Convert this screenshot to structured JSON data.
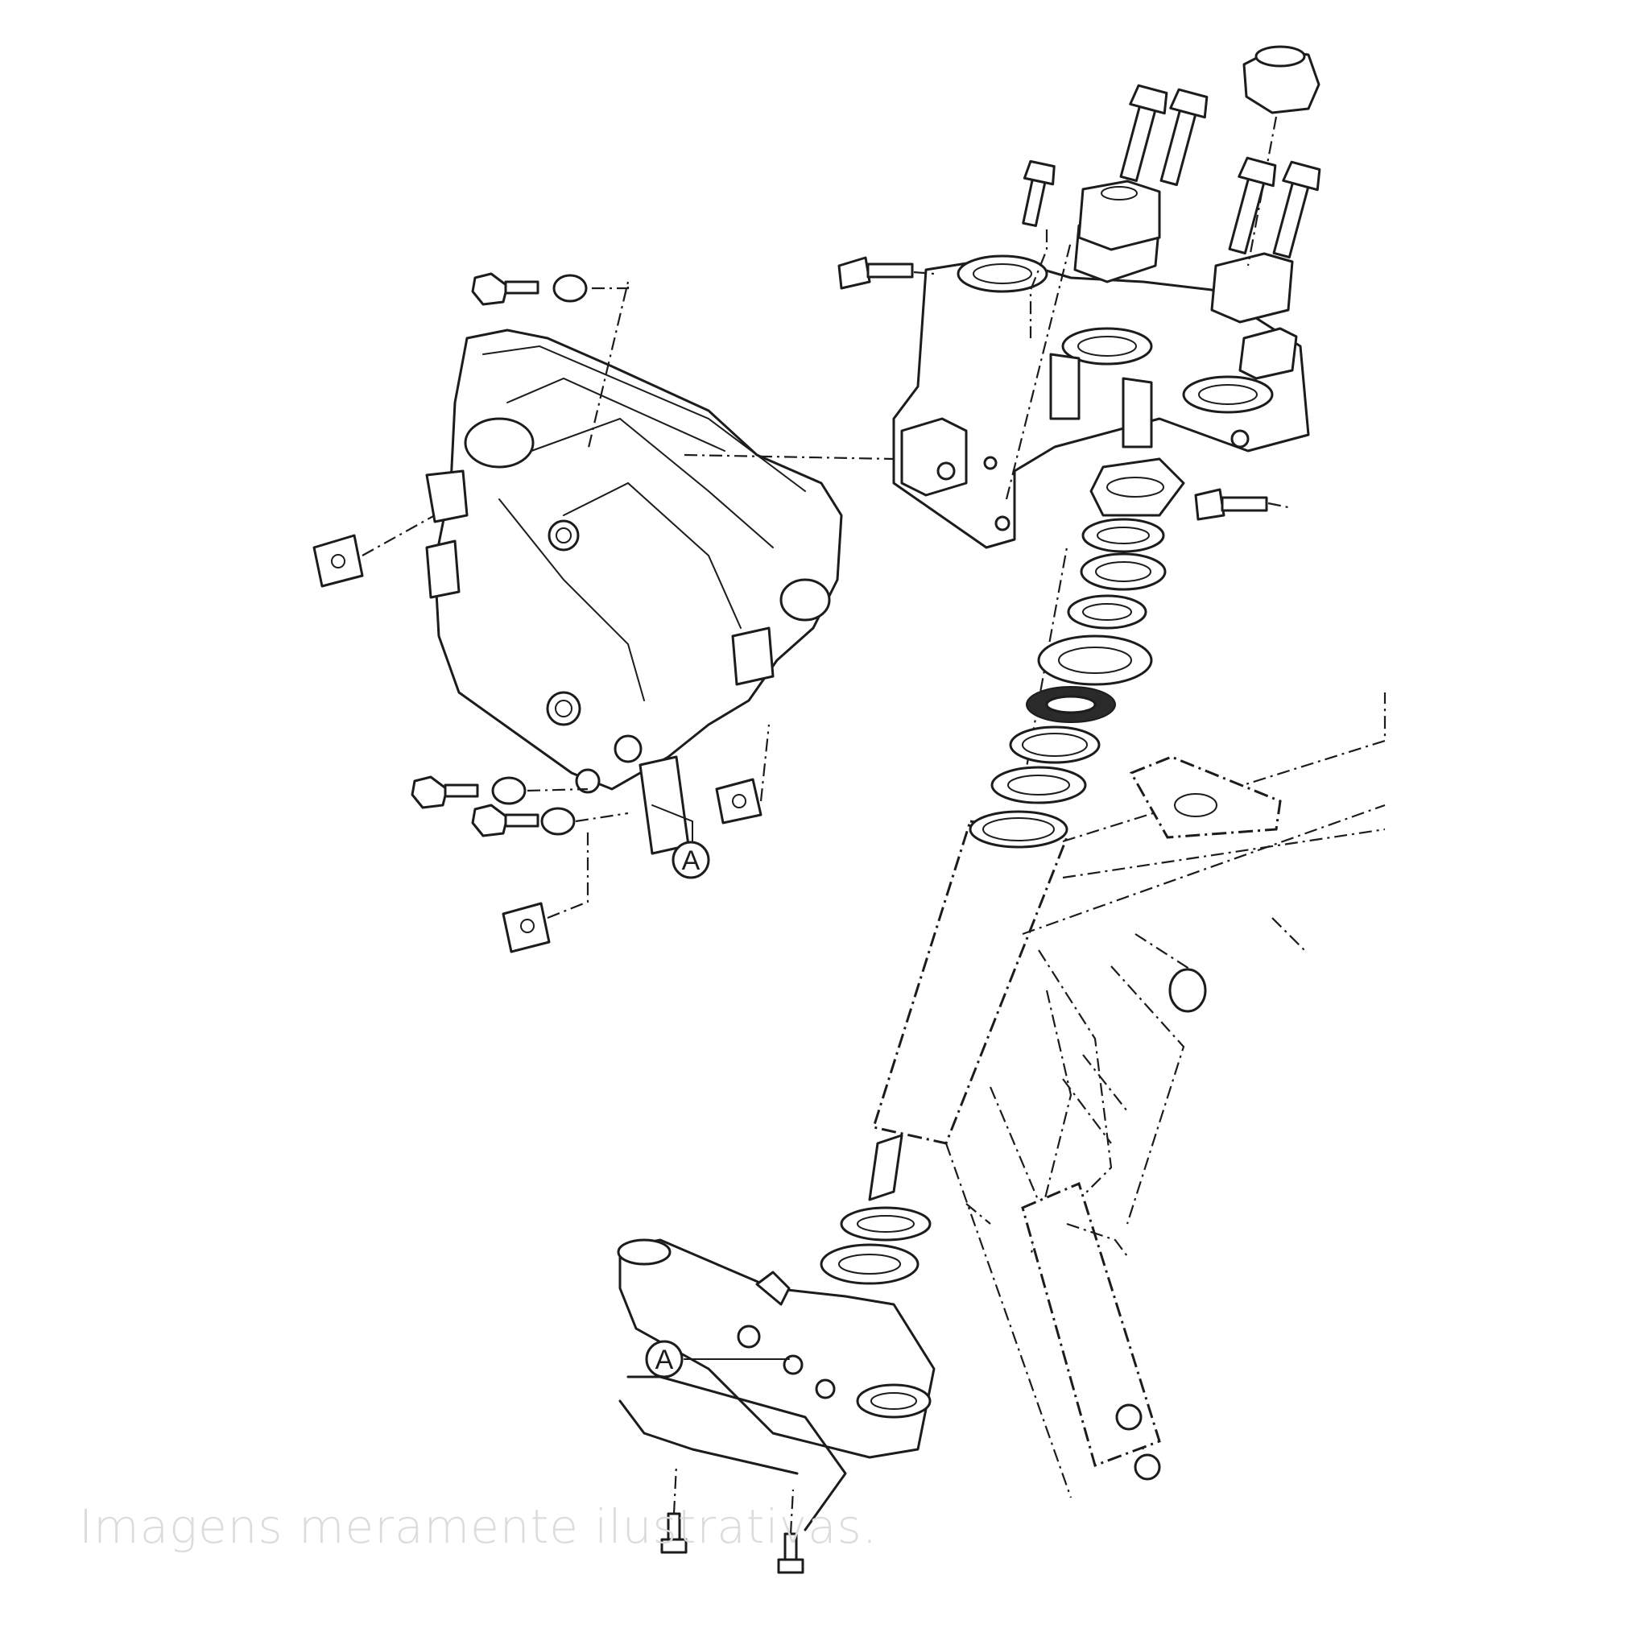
{
  "diagram": {
    "callouts": [
      {
        "id": "upper",
        "text": "A"
      },
      {
        "id": "lower",
        "text": "A"
      }
    ],
    "watermark": "Imagens meramente ilustrativas."
  }
}
